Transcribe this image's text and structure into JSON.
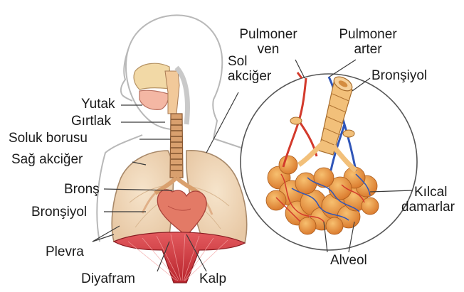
{
  "diagram": {
    "labels": {
      "pharynx": "Yutak",
      "larynx": "Gırtlak",
      "trachea": "Soluk borusu",
      "right_lung": "Sağ akciğer",
      "bronchus": "Bronş",
      "bronchiole_left": "Bronşiyol",
      "pleura": "Plevra",
      "diaphragm": "Diyafram",
      "heart": "Kalp",
      "left_lung_line1": "Sol",
      "left_lung_line2": "akciğer",
      "pulmonary_vein_line1": "Pulmoner",
      "pulmonary_vein_line2": "ven",
      "pulmonary_artery_line1": "Pulmoner",
      "pulmonary_artery_line2": "arter",
      "bronchiole_right": "Bronşiyol",
      "capillaries_line1": "Kılcal",
      "capillaries_line2": "damarlar",
      "alveolus": "Alveol"
    },
    "colors": {
      "lung_fill": "#f2dcc0",
      "lung_stroke": "#a8896a",
      "body_outline": "#b5b5b5",
      "airway": "#f0a872",
      "diaphragm": "#d9434a",
      "heart": "#e07a6a",
      "artery": "#2f55b8",
      "vein": "#d33a2c",
      "alveoli": "#ee9a3c",
      "leader_line": "#3a3a3a"
    }
  }
}
